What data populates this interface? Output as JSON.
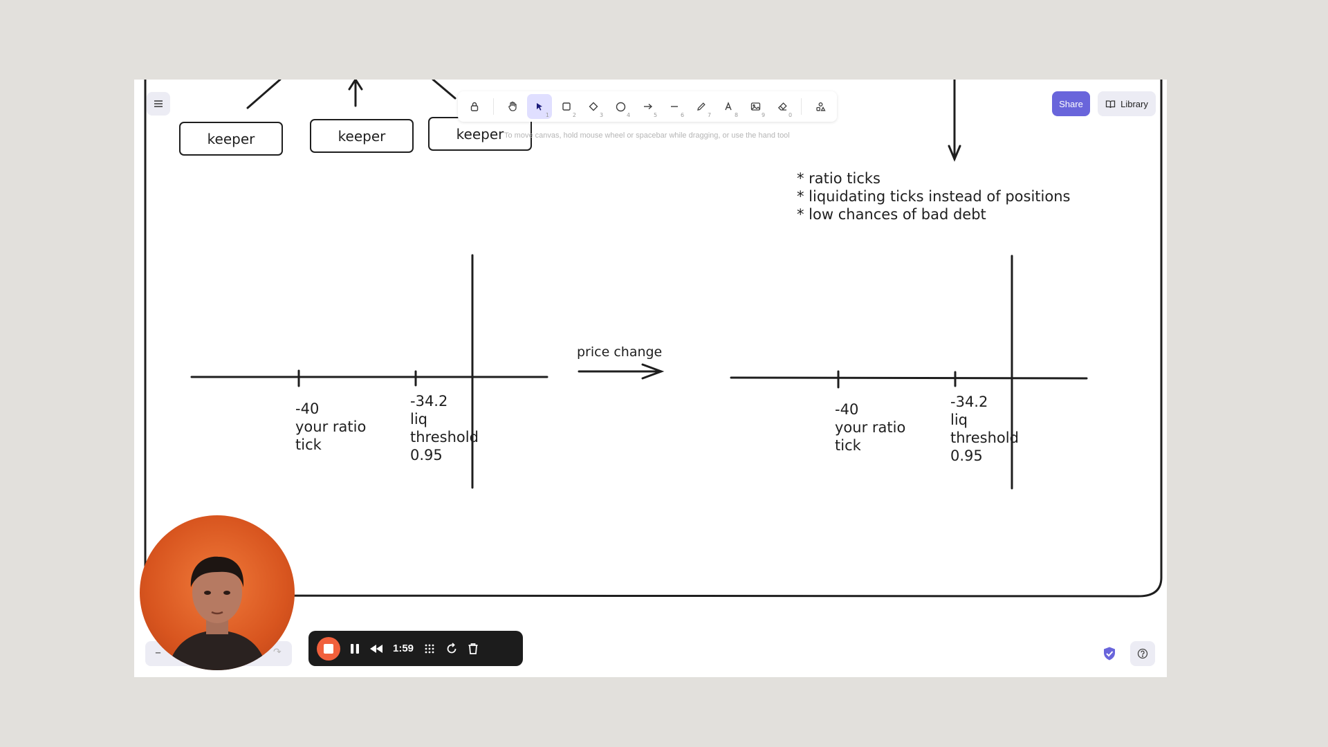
{
  "canvas": {
    "keepers": [
      "keeper",
      "keeper",
      "keeper"
    ],
    "notes": [
      "* ratio ticks",
      "* liquidating ticks instead of positions",
      "* low chances of bad debt"
    ],
    "left_diagram": {
      "tick1_label": "-40\nyour ratio\ntick",
      "tick2_label": "-34.2\nliq\nthreshold\n0.95"
    },
    "arrow_label": "price change",
    "right_diagram": {
      "tick1_label": "-40\nyour ratio\ntick",
      "tick2_label": "-34.2\nliq\nthreshold\n0.95"
    }
  },
  "toolbar": {
    "hint": "To move canvas, hold mouse wheel or spacebar while dragging, or use the hand tool",
    "tools": [
      {
        "icon": "lock-icon",
        "key": ""
      },
      {
        "icon": "hand-icon",
        "key": ""
      },
      {
        "icon": "pointer-icon",
        "key": "1"
      },
      {
        "icon": "rectangle-icon",
        "key": "2"
      },
      {
        "icon": "diamond-icon",
        "key": "3"
      },
      {
        "icon": "ellipse-icon",
        "key": "4"
      },
      {
        "icon": "arrow-icon",
        "key": "5"
      },
      {
        "icon": "line-icon",
        "key": "6"
      },
      {
        "icon": "pencil-icon",
        "key": "7"
      },
      {
        "icon": "text-icon",
        "key": "8"
      },
      {
        "icon": "image-icon",
        "key": "9"
      },
      {
        "icon": "eraser-icon",
        "key": "0"
      },
      {
        "icon": "shapes-icon",
        "key": ""
      }
    ]
  },
  "header": {
    "share_label": "Share",
    "library_label": "Library"
  },
  "recorder": {
    "time": "1:59"
  },
  "colors": {
    "accent": "#6965db",
    "recorder_stop": "#f1603c",
    "ink": "#1e1e1e"
  }
}
